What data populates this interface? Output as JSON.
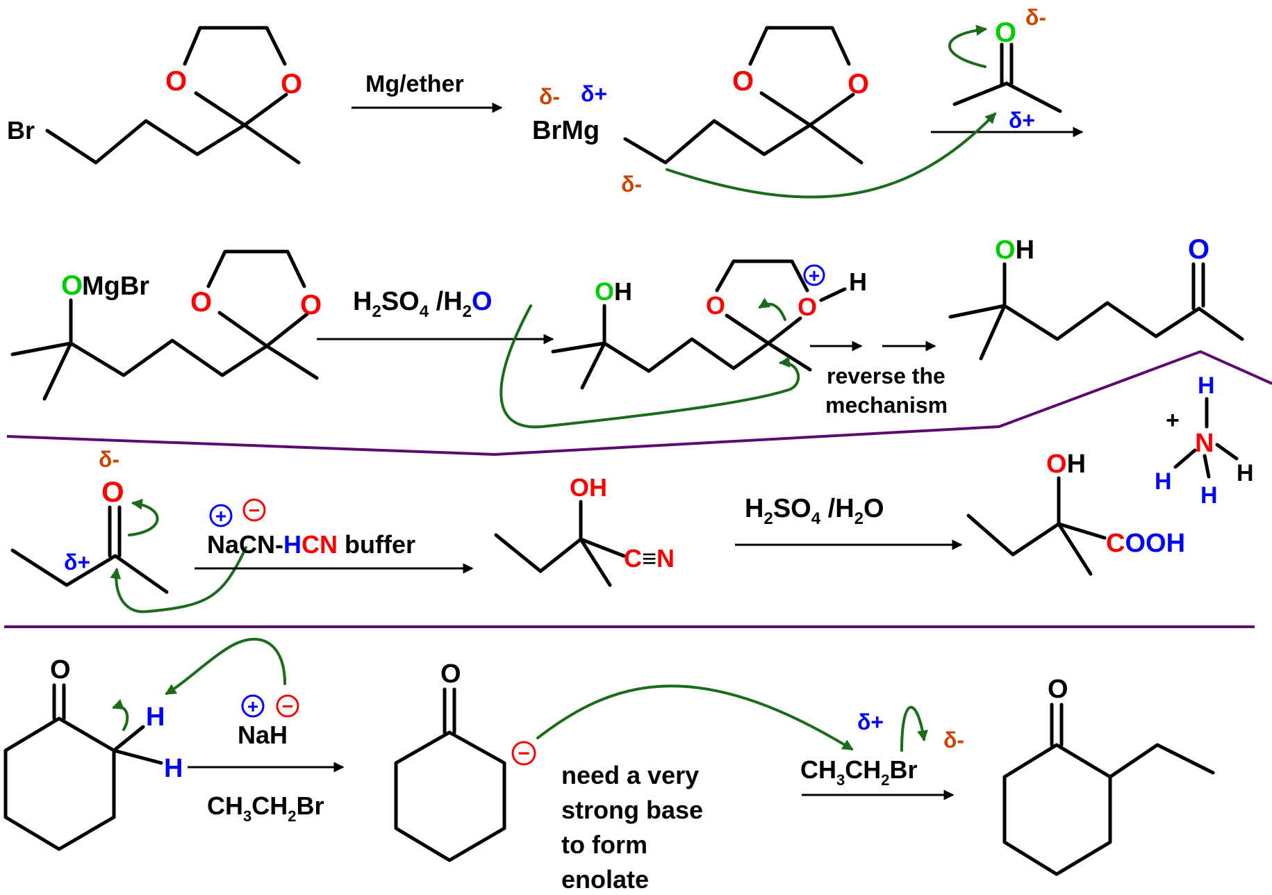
{
  "colors": {
    "black": "#000000",
    "red": "#ff0000",
    "blue": "#0000ff",
    "green": "#00cc00",
    "orange": "#cc4400",
    "arrow_green": "#1a6b1a",
    "divider_purple": "#5c0a6e"
  },
  "row1": {
    "br": "Br",
    "o_left": "O",
    "o_right": "O",
    "reagent": "Mg/ether",
    "delta_minus_brmg": "δ-",
    "delta_plus_brmg": "δ+",
    "brmg": "BrMg",
    "o_left2": "O",
    "o_right2": "O",
    "delta_minus_carbon": "δ-",
    "ketone_o": "O",
    "delta_minus_o": "δ-",
    "delta_plus_c": "δ+"
  },
  "row2": {
    "ombgr_o": "O",
    "ombgr_rest": "MgBr",
    "o_left": "O",
    "o_right": "O",
    "reagent_h": "H",
    "reagent_2": "2",
    "reagent_so": "SO",
    "reagent_4": "4",
    "reagent_slash_h": " /H",
    "reagent_2b": "2",
    "reagent_o": "O",
    "oh_o": "O",
    "oh_h": "H",
    "o_left2": "O",
    "o_right2": "O",
    "plus_charge": "+",
    "h_on_o": "H",
    "note_line1": "reverse the",
    "note_line2": "mechanism",
    "product_oh_o": "O",
    "product_oh_h": "H",
    "product_o": "O"
  },
  "ammonium": {
    "plus": "+",
    "n": "N",
    "h_top": "H",
    "h_left": "H",
    "h_bottom": "H",
    "h_right": "H"
  },
  "row3": {
    "delta_minus_o": "δ-",
    "ketone_o": "O",
    "delta_plus_c": "δ+",
    "plus_charge": "+",
    "minus_charge": "−",
    "reagent_nacn": "NaCN-",
    "reagent_h": "H",
    "reagent_cn": "CN",
    "reagent_buffer": " buffer",
    "oh_o": "O",
    "oh_h": "H",
    "c": "C",
    "triple": "≡",
    "n": "N",
    "reagent2_h": "H",
    "reagent2_2": "2",
    "reagent2_so": "SO",
    "reagent2_4": "4",
    "reagent2_slash": " /H",
    "reagent2_2b": "2",
    "reagent2_o": "O",
    "product_oh_o": "O",
    "product_oh_h": "H",
    "product_c": "C",
    "product_ooh": "OOH"
  },
  "row4": {
    "ketone_o": "O",
    "h_alpha1": "H",
    "h_alpha2": "H",
    "plus_charge": "+",
    "minus_charge": "−",
    "reagent_nah": "NaH",
    "reagent2": "CH3CH2Br",
    "reagent2_ch": "CH",
    "reagent2_3": "3",
    "reagent2_ch2": "CH",
    "reagent2_2": "2",
    "reagent2_br": "Br",
    "enolate_o": "O",
    "enolate_minus": "−",
    "note_line1": "need a very",
    "note_line2": "strong base",
    "note_line3": "to form",
    "note_line4": "enolate",
    "delta_plus": "δ+",
    "delta_minus": "δ-",
    "reagent3_ch": "CH",
    "reagent3_3": "3",
    "reagent3_ch2": "CH",
    "reagent3_2": "2",
    "reagent3_br": "Br",
    "product_o": "O"
  }
}
